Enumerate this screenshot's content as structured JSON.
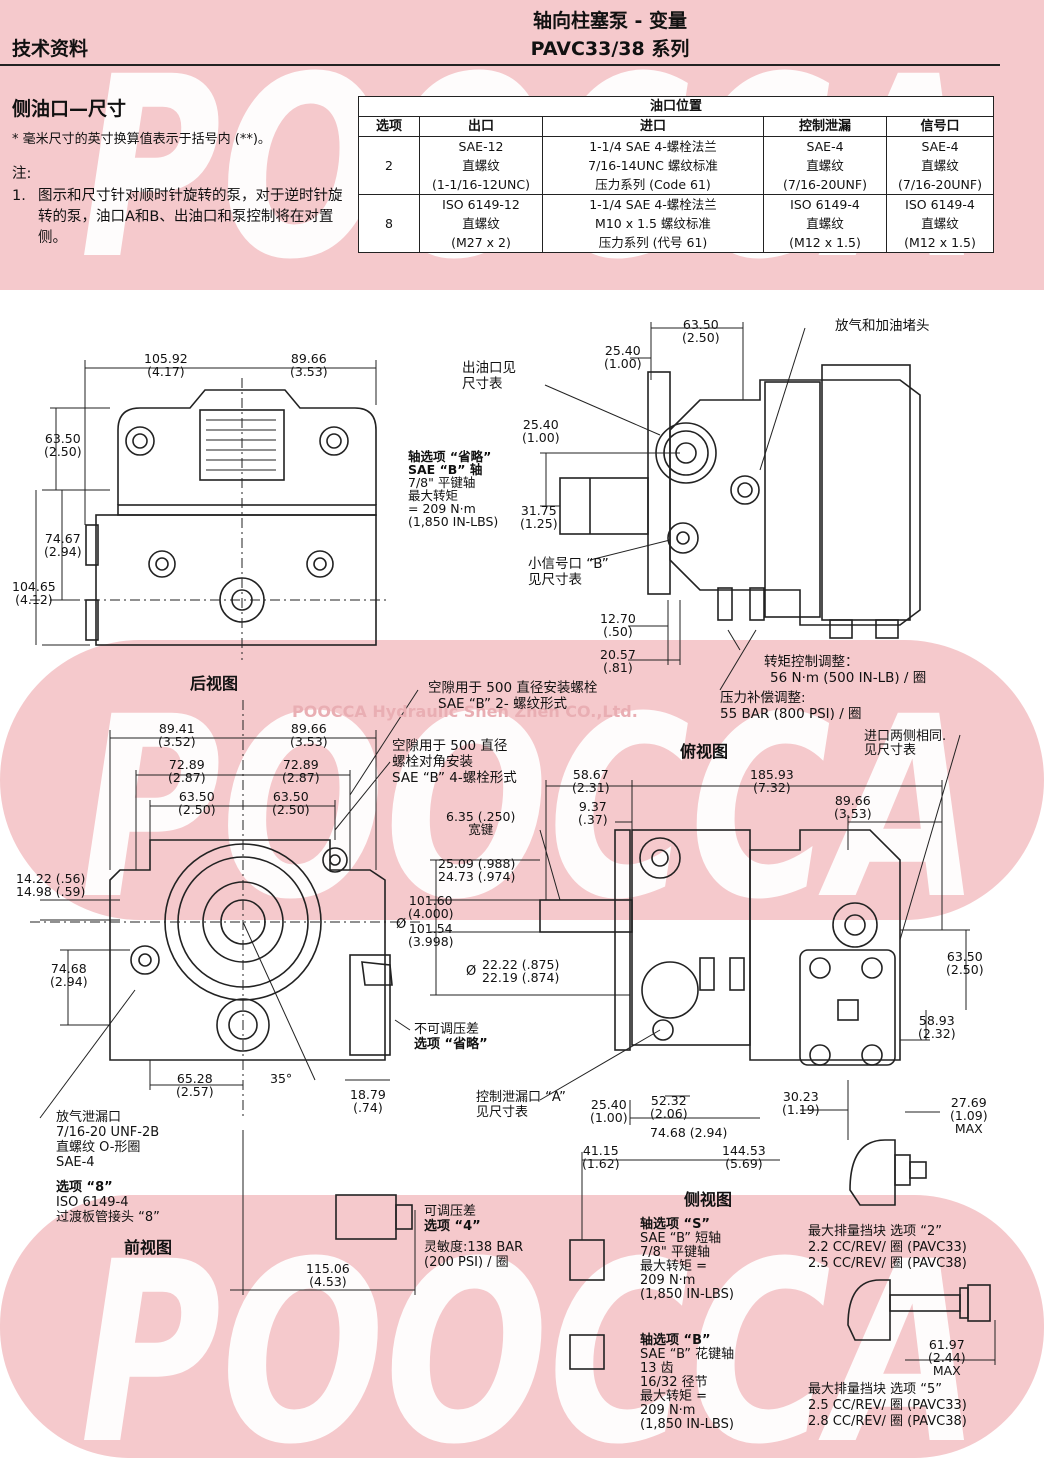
{
  "header": {
    "section_left": "技术资料",
    "title_line1": "轴向柱塞泵 - 变量",
    "title_line2": "PAVC33/38 系列"
  },
  "intro": {
    "heading": "侧油口—尺寸",
    "footnote": "* 毫米尺寸的英寸换算值表示于括号内 (**)。",
    "note_label": "注:",
    "note_1_num": "1.",
    "note_1": "图示和尺寸针对顺时针旋转的泵，对于逆时针旋转的泵，油口A和B、出油口和泵控制将在对置侧。"
  },
  "port_table": {
    "caption": "油口位置",
    "columns": [
      "选项",
      "出口",
      "进口",
      "控制泄漏",
      "信号口"
    ],
    "rows": [
      {
        "option": "2",
        "outlet": [
          "SAE-12",
          "直螺纹",
          "(1-1/16-12UNC)"
        ],
        "inlet": [
          "1-1/4 SAE 4-螺栓法兰",
          "7/16-14UNC 螺纹标准",
          "压力系列 (Code 61)"
        ],
        "drain": [
          "SAE-4",
          "直螺纹",
          "(7/16-20UNF)"
        ],
        "signal": [
          "SAE-4",
          "直螺纹",
          "(7/16-20UNF)"
        ]
      },
      {
        "option": "8",
        "outlet": [
          "ISO 6149-12",
          "直螺纹",
          "(M27 x 2)"
        ],
        "inlet": [
          "1-1/4 SAE 4-螺栓法兰",
          "M10 x 1.5 螺纹标准",
          "压力系列 (代号 61)"
        ],
        "drain": [
          "ISO 6149-4",
          "直螺纹",
          "(M12 x 1.5)"
        ],
        "signal": [
          "ISO 6149-4",
          "直螺纹",
          "(M12 x 1.5)"
        ]
      }
    ]
  },
  "watermark": {
    "brand": "POOCCA",
    "line": "POOCCA Hydraulic  Shen Zhen  CO.,Ltd.",
    "color": "#f2c2c6"
  },
  "views": {
    "rear": "后视图",
    "top": "俯视图",
    "front": "前视图",
    "side": "侧视图"
  },
  "rear_dims": {
    "d1": "105.92",
    "d1i": "(4.17)",
    "d2": "89.66",
    "d2i": "(3.53)",
    "d3": "63.50",
    "d3i": "(2.50)",
    "d4": "74.67",
    "d4i": "(2.94)",
    "d5": "104.65",
    "d5i": "(4.12)"
  },
  "top_view": {
    "d1": "63.50",
    "d1i": "(2.50)",
    "d2": "25.40",
    "d2i": "(1.00)",
    "d3": "25.40",
    "d3i": "(1.00)",
    "d4": "31.75",
    "d4i": "(1.25)",
    "d5": "12.70",
    "d5i": "(.50)",
    "d6": "20.57",
    "d6i": "(.81)",
    "bleed": "放气和加油堵头",
    "outlet_1": "出油口见",
    "outlet_2": "尺寸表",
    "shaft_1": "轴选项 “省略”",
    "shaft_2": "SAE “B” 轴",
    "shaft_3": "7/8\" 平键轴",
    "shaft_4": "最大转矩",
    "shaft_5": "= 209 N·m",
    "shaft_6": "(1,850 IN-LBS)",
    "sig_1": "小信号口 “B”",
    "sig_2": "见尺寸表",
    "torque_1": "转矩控制调整：",
    "torque_2": "56 N·m (500 IN-LB) / 圈",
    "comp_1": "压力补偿调整:",
    "comp_2": "55 BAR (800 PSI) / 圈"
  },
  "front_dims": {
    "clear1_1": "空隙用于 500 直径安装螺栓",
    "clear1_2": "SAE “B” 2- 螺纹形式",
    "clear2_1": "空隙用于 500 直径",
    "clear2_2": "螺栓对角安装",
    "clear2_3": "SAE “B” 4-螺栓形式",
    "a1": "89.41",
    "a1i": "(3.52)",
    "a2": "89.66",
    "a2i": "(3.53)",
    "b1": "72.89",
    "b1i": "(2.87)",
    "b2": "72.89",
    "b2i": "(2.87)",
    "c1": "63.50",
    "c1i": "(2.50)",
    "c2": "63.50",
    "c2i": "(2.50)",
    "e1": "14.22 (.56)",
    "e2": "14.98 (.59)",
    "f1": "74.68",
    "f1i": "(2.94)",
    "g1": "65.28",
    "g1i": "(2.57)",
    "angle": "35°",
    "h1": "18.79",
    "h1i": "(.74)",
    "k1": "6.35 (.250)",
    "k2": "宽键",
    "m1": "25.09 (.988)",
    "m2": "24.73 (.974)",
    "n1": "101.60",
    "n1i": "(4.000)",
    "n2": "101.54",
    "n2i": "(3.998)",
    "p1": "22.22 (.875)",
    "p2": "22.19 (.874)",
    "noadj_1": "不可调压差",
    "noadj_2": "选项 “省略”",
    "vent_1": "放气泄漏口",
    "vent_2": "7/16-20 UNF-2B",
    "vent_3": "直螺纹 O-形圈",
    "vent_4": "SAE-4",
    "opt8_1": "选项 “8”",
    "opt8_2": "ISO 6149-4",
    "opt8_3": "过渡板管接头 “8”",
    "adj_1": "可调压差",
    "adj_2": "选项 “4”",
    "adj_3": "灵敏度:138 BAR",
    "adj_4": "(200 PSI) / 圈",
    "q1": "115.06",
    "q1i": "(4.53)"
  },
  "side_dims": {
    "s1": "58.67",
    "s1i": "(2.31)",
    "s2": "9.37",
    "s2i": "(.37)",
    "s3": "185.93",
    "s3i": "(7.32)",
    "s4": "89.66",
    "s4i": "(3.53)",
    "inlet_1": "进口两侧相同.",
    "inlet_2": "见尺寸表",
    "s5": "63.50",
    "s5i": "(2.50)",
    "s6": "58.93",
    "s6i": "(2.32)",
    "drainA_1": "控制泄漏口 “A”",
    "drainA_2": "见尺寸表",
    "s7": "25.40",
    "s7i": "(1.00)",
    "s8": "52.32",
    "s8i": "(2.06)",
    "s9": "74.68 (2.94)",
    "s10": "30.23",
    "s10i": "(1.19)",
    "s11": "27.69",
    "s11i": "(1.09)",
    "s11m": "MAX",
    "s12": "41.15",
    "s12i": "(1.62)",
    "s13": "144.53",
    "s13i": "(5.69)",
    "shaftS_1": "轴选项 “S”",
    "shaftS_2": "SAE “B” 短轴",
    "shaftS_3": "7/8\" 平键轴",
    "shaftS_4": "最大转矩 =",
    "shaftS_5": "209 N·m",
    "shaftS_6": "(1,850 IN-LBS)",
    "shaftB_1": "轴选项 “B”",
    "shaftB_2": "SAE “B” 花键轴",
    "shaftB_3": "13 齿",
    "shaftB_4": "16/32 径节",
    "shaftB_5": "最大转矩 =",
    "shaftB_6": "209 N·m",
    "shaftB_7": "(1,850 IN-LBS)",
    "stop2_1": "最大排量挡块 选项 “2”",
    "stop2_2": "2.2 CC/REV/ 圈 (PAVC33)",
    "stop2_3": "2.5 CC/REV/ 圈 (PAVC38)",
    "s14": "61.97",
    "s14i": "(2.44)",
    "s14m": "MAX",
    "stop5_1": "最大排量挡块 选项 “5”",
    "stop5_2": "2.5 CC/REV/ 圈 (PAVC33)",
    "stop5_3": "2.8 CC/REV/ 圈 (PAVC38)"
  }
}
